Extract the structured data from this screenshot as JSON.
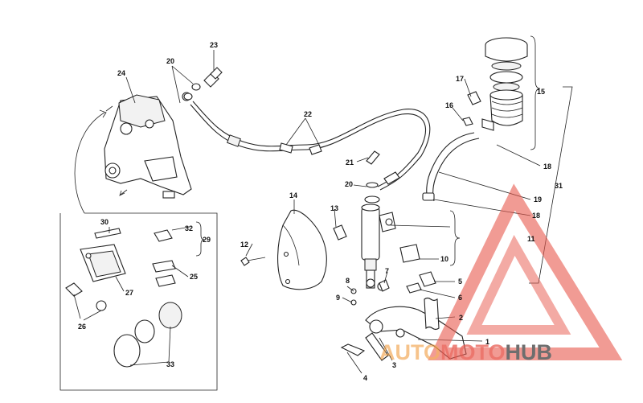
{
  "diagram": {
    "labels": [
      "1",
      "2",
      "3",
      "4",
      "5",
      "6",
      "7",
      "8",
      "9",
      "10",
      "11",
      "12",
      "13",
      "14",
      "15",
      "16",
      "17",
      "18",
      "18",
      "19",
      "20",
      "20",
      "21",
      "22",
      "23",
      "24",
      "25",
      "26",
      "27",
      "29",
      "30",
      "31",
      "32",
      "33"
    ]
  },
  "watermark": {
    "part1": "AUTO",
    "part2": "MOTO",
    "part3": "HUB",
    "color_red": "#e8584d",
    "color_orange": "#f2a24a",
    "color_gray": "#555555"
  }
}
